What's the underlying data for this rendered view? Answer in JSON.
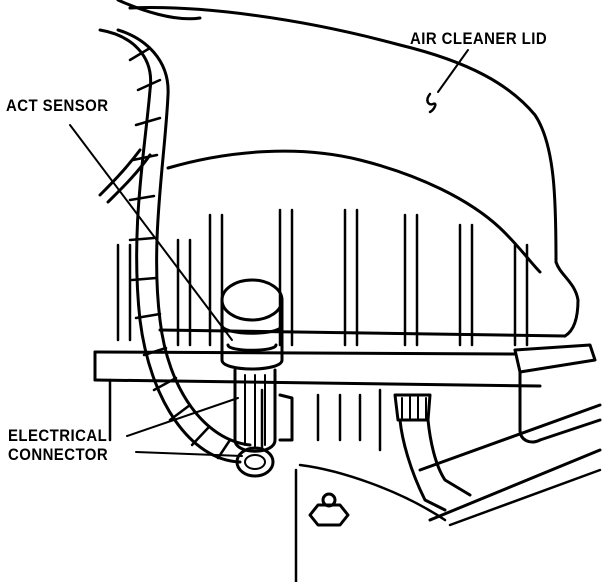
{
  "diagram": {
    "labels": {
      "air_cleaner_lid": "AIR CLEANER LID",
      "act_sensor": "ACT SENSOR",
      "electrical_line1": "ELECTRICAL",
      "electrical_line2": "CONNECTOR"
    },
    "colors": {
      "ink": "#000000",
      "paper": "#ffffff"
    }
  }
}
